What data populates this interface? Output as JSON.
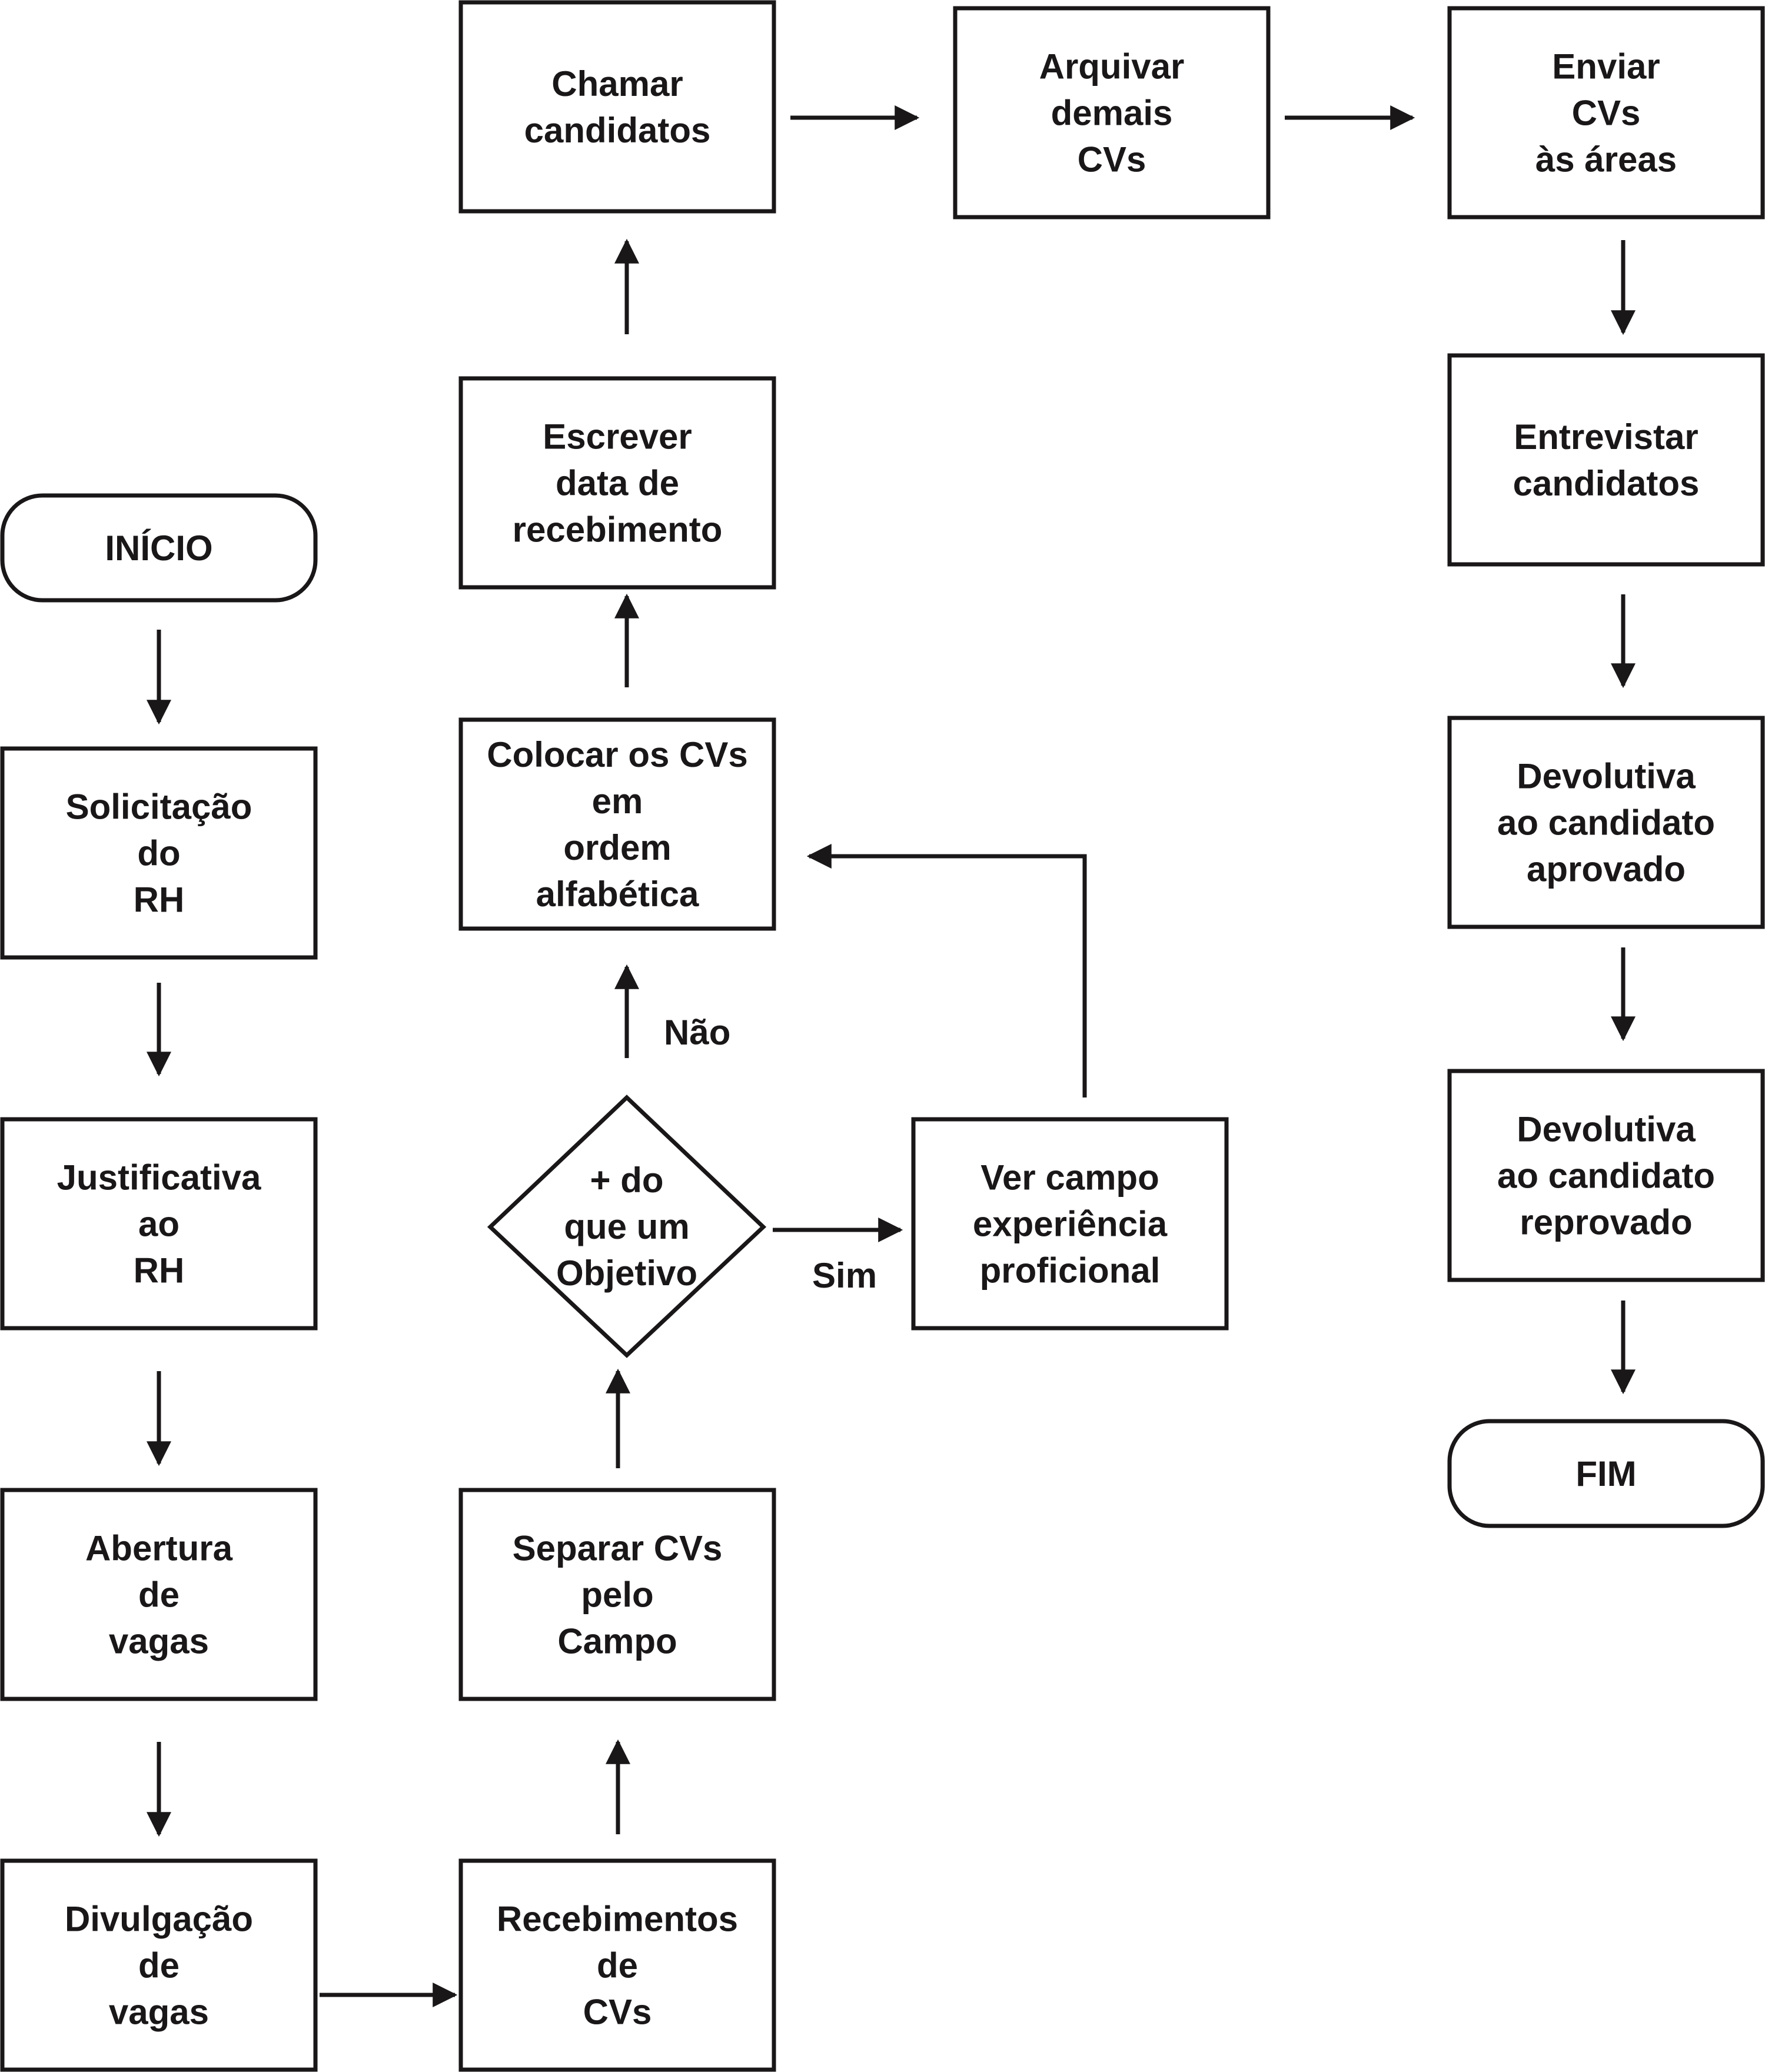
{
  "colors": {
    "stroke": "#1a1718",
    "text": "#1a1718",
    "background": "#ffffff"
  },
  "nodes": {
    "inicio": {
      "shape": "terminal",
      "lines": [
        "INÍCIO"
      ]
    },
    "solicitacao": {
      "shape": "process",
      "lines": [
        "Solicitação",
        "do",
        "RH"
      ]
    },
    "justificativa": {
      "shape": "process",
      "lines": [
        "Justificativa",
        "ao",
        "RH"
      ]
    },
    "abertura": {
      "shape": "process",
      "lines": [
        "Abertura",
        "de",
        "vagas"
      ]
    },
    "divulgacao": {
      "shape": "process",
      "lines": [
        "Divulgação",
        "de",
        "vagas"
      ]
    },
    "recebimentos": {
      "shape": "process",
      "lines": [
        "Recebimentos",
        "de",
        "CVs"
      ]
    },
    "separar": {
      "shape": "process",
      "lines": [
        "Separar CVs",
        "pelo",
        "Campo"
      ]
    },
    "decisao": {
      "shape": "decision",
      "lines": [
        "+ do",
        "que um",
        "Objetivo"
      ]
    },
    "ver_campo": {
      "shape": "process",
      "lines": [
        "Ver campo",
        "experiência",
        "proficional"
      ]
    },
    "colocar": {
      "shape": "process",
      "lines": [
        "Colocar os CVs",
        "em",
        "ordem",
        "alfabética"
      ]
    },
    "escrever": {
      "shape": "process",
      "lines": [
        "Escrever",
        "data de",
        "recebimento"
      ]
    },
    "chamar": {
      "shape": "process",
      "lines": [
        "Chamar",
        "candidatos"
      ]
    },
    "arquivar": {
      "shape": "process",
      "lines": [
        "Arquivar",
        "demais",
        "CVs"
      ]
    },
    "enviar": {
      "shape": "process",
      "lines": [
        "Enviar",
        "CVs",
        "às  áreas"
      ]
    },
    "entrevistar": {
      "shape": "process",
      "lines": [
        "Entrevistar",
        "candidatos"
      ]
    },
    "dev_aprovado": {
      "shape": "process",
      "lines": [
        "Devolutiva",
        "ao candidato",
        "aprovado"
      ]
    },
    "dev_reprovado": {
      "shape": "process",
      "lines": [
        "Devolutiva",
        "ao candidato",
        "reprovado"
      ]
    },
    "fim": {
      "shape": "terminal",
      "lines": [
        "FIM"
      ]
    }
  },
  "edge_labels": {
    "nao": "Não",
    "sim": "Sim"
  }
}
